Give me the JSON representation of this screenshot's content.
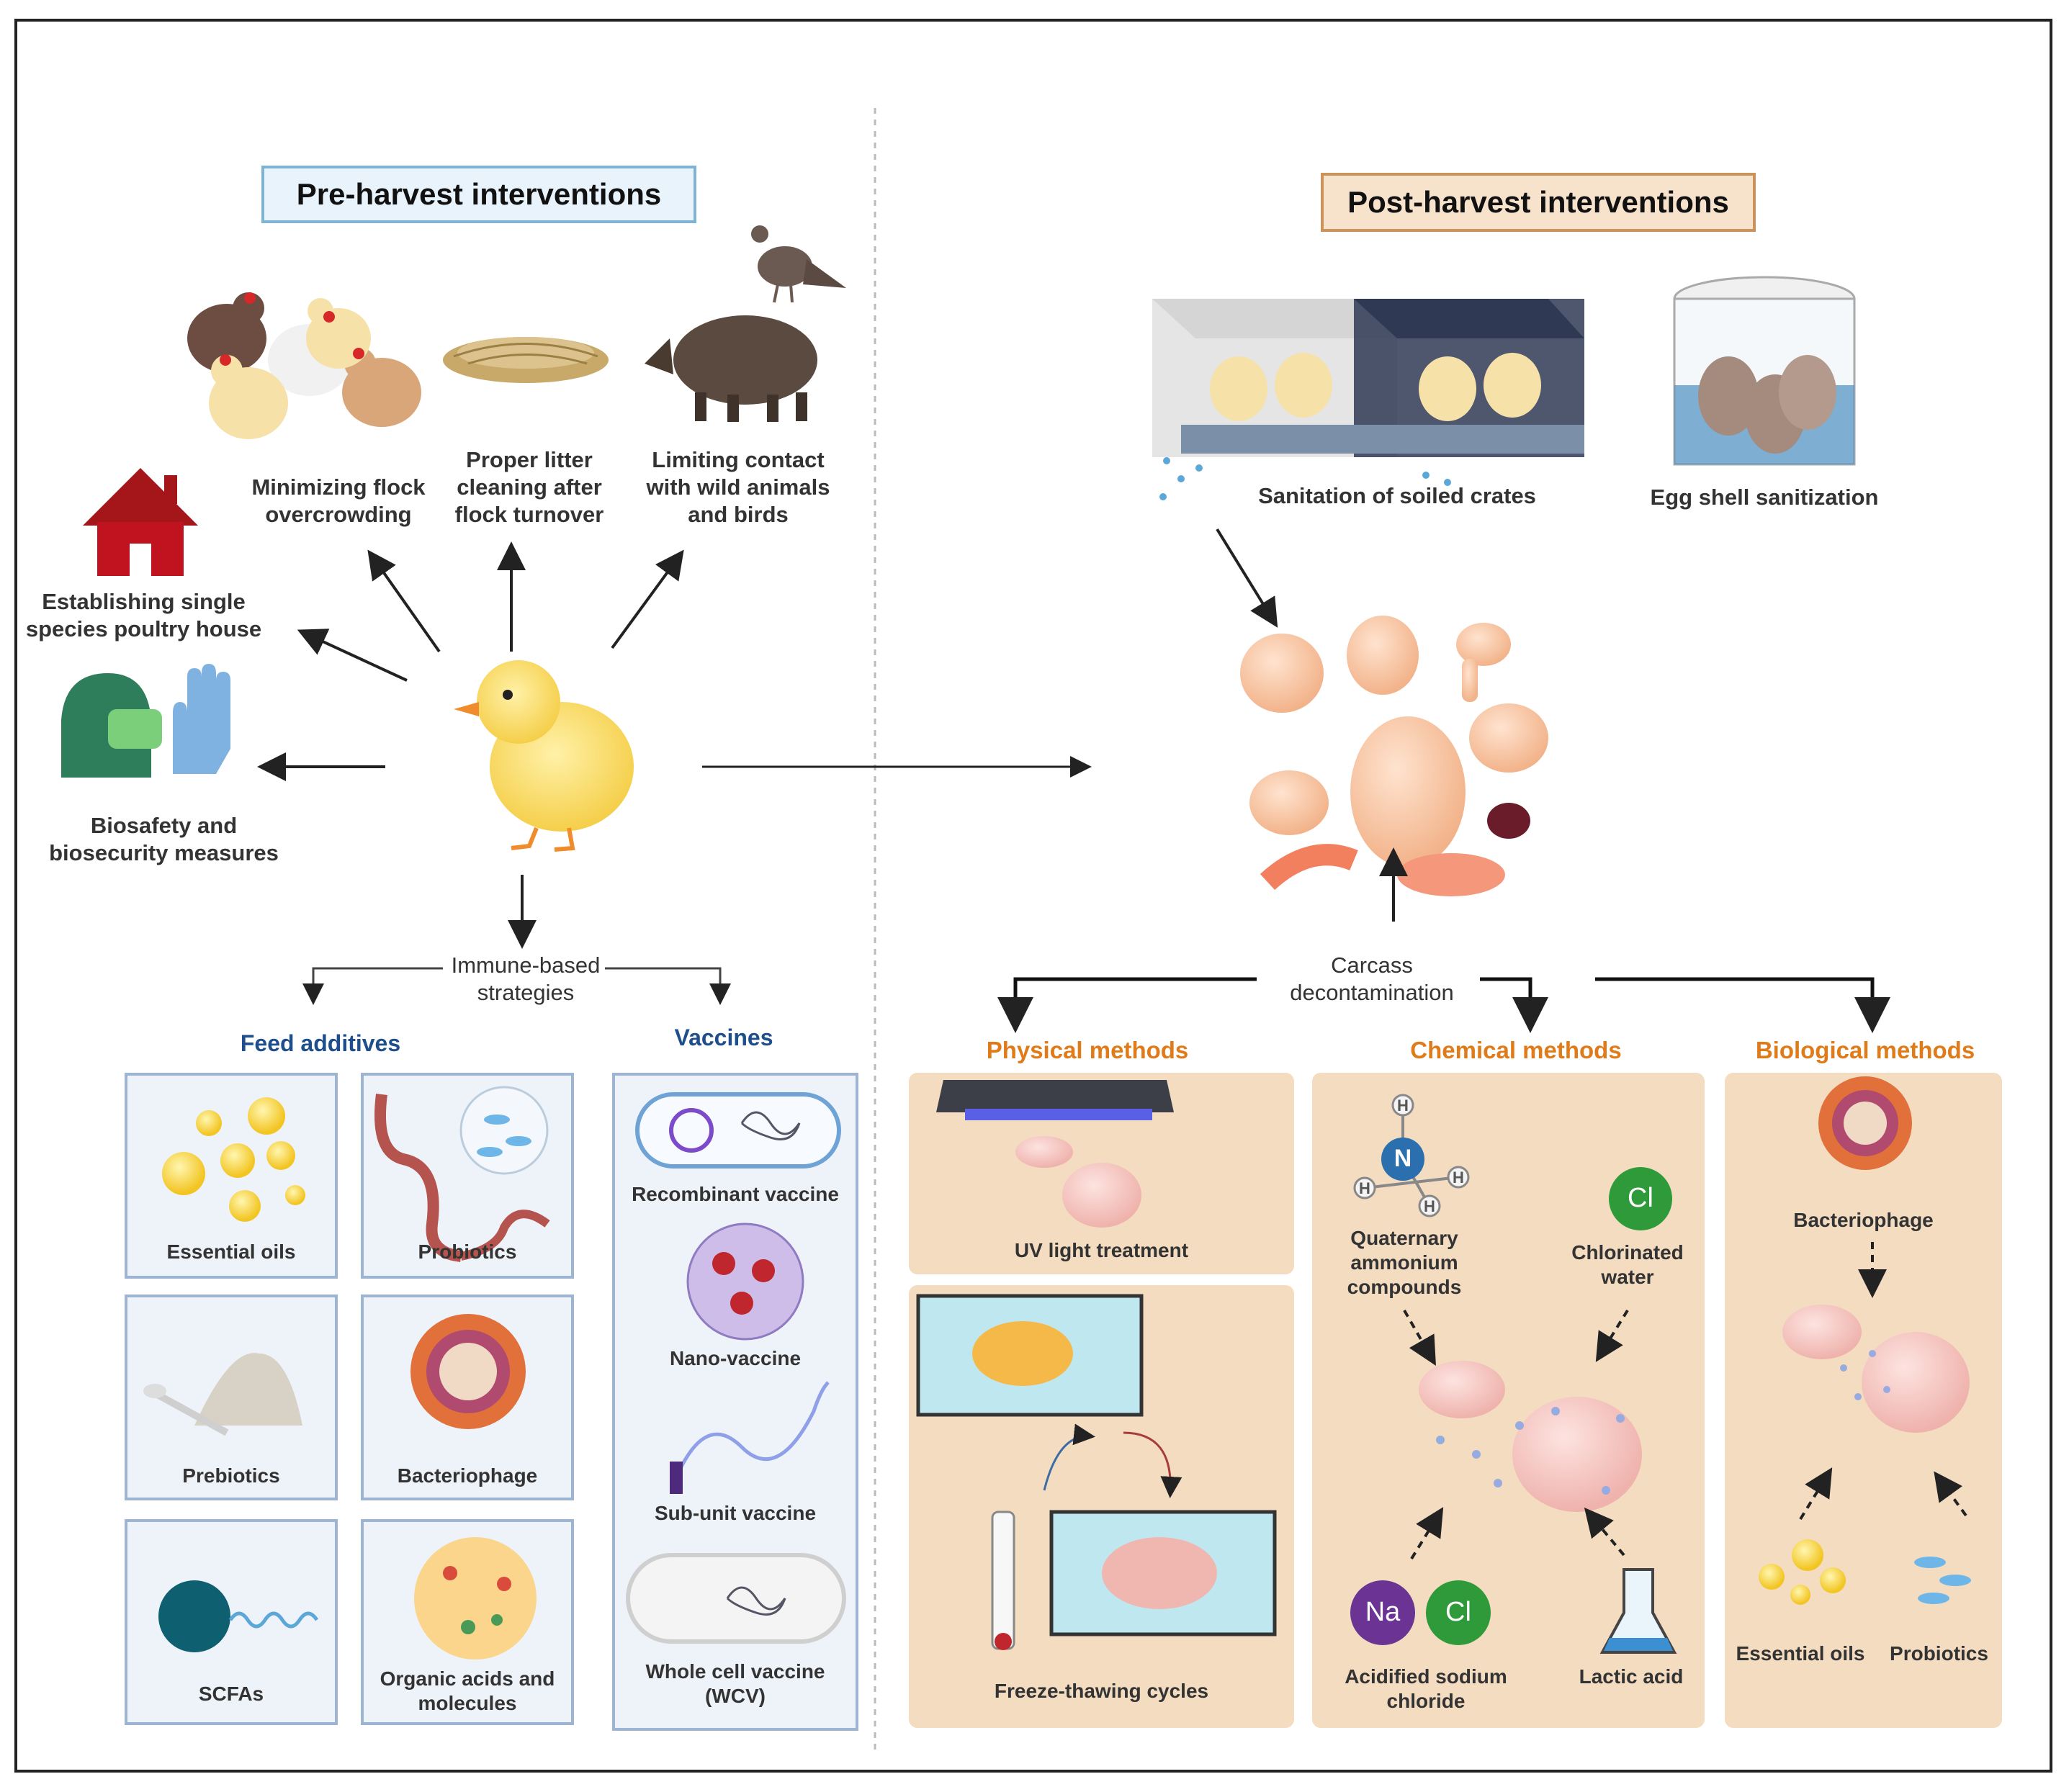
{
  "pre_harvest": {
    "title": "Pre-harvest interventions",
    "items": {
      "flock": "Minimizing flock\novercrowding",
      "litter": "Proper litter\ncleaning after\nflock turnover",
      "wild": "Limiting contact\nwith wild animals\nand birds",
      "house": "Establishing single\nspecies poultry house",
      "biosafety": "Biosafety and\nbiosecurity measures"
    },
    "immune": {
      "label": "Immune-based\nstrategies",
      "feed_additives": {
        "header": "Feed additives",
        "items": [
          "Essential oils",
          "Probiotics",
          "Prebiotics",
          "Bacteriophage",
          "SCFAs",
          "Organic acids and\nmolecules"
        ]
      },
      "vaccines": {
        "header": "Vaccines",
        "items": [
          "Recombinant vaccine",
          "Nano-vaccine",
          "Sub-unit vaccine",
          "Whole cell vaccine\n(WCV)"
        ]
      }
    }
  },
  "post_harvest": {
    "title": "Post-harvest interventions",
    "crates": "Sanitation of soiled crates",
    "egg": "Egg shell sanitization",
    "carcass": "Carcass\ndecontamination",
    "physical": {
      "header": "Physical methods",
      "uv": "UV light treatment",
      "freeze": "Freeze-thawing cycles"
    },
    "chemical": {
      "header": "Chemical methods",
      "quat": "Quaternary\nammonium\ncompounds",
      "chlorinated": "Chlorinated\nwater",
      "asc": "Acidified sodium\nchloride",
      "lactic": "Lactic acid",
      "n_symbol": "N",
      "h_symbol": "H",
      "cl_symbol": "Cl",
      "na_symbol": "Na"
    },
    "biological": {
      "header": "Biological methods",
      "bacteriophage": "Bacteriophage",
      "essential_oils": "Essential oils",
      "probiotics": "Probiotics"
    }
  },
  "colors": {
    "pre_title_bg": "#e8f3fb",
    "pre_title_border": "#7fb3d5",
    "post_title_bg": "#f7e2cc",
    "post_title_border": "#c9935a",
    "feed_box_bg": "#eef3fa",
    "feed_box_border": "#9db4d3",
    "method_panel_bg": "#f3dcc0",
    "blue_header": "#1f4e8c",
    "orange_header": "#e07b1a"
  }
}
